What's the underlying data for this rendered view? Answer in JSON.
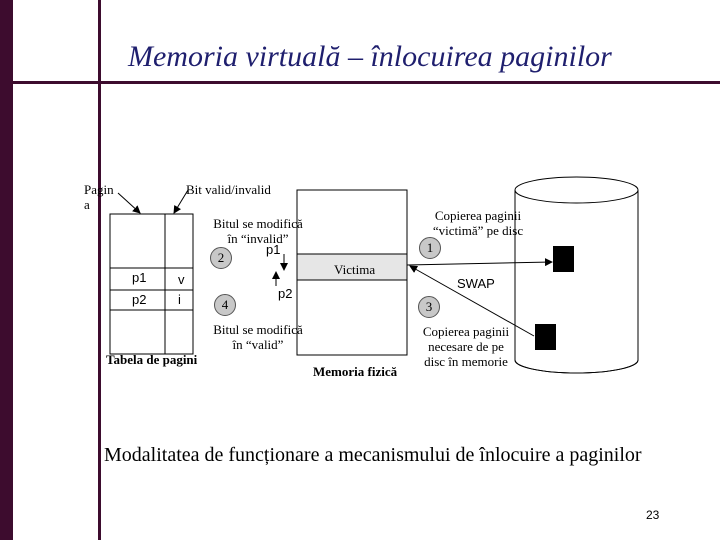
{
  "title": "Memoria virtuală – înlocuirea paginilor",
  "labels": {
    "pagina": "Pagin\na",
    "bit_valid": "Bit valid/invalid",
    "bit_invalid_note": "Bitul se modifică\nîn “invalid”",
    "bit_valid_note": "Bitul se modifică\nîn “valid”",
    "page_table": "Tabela de pagini",
    "physical_memory": "Memoria fizică",
    "victim": "Victima",
    "swap": "SWAP",
    "copy_victim": "Copierea paginii\n“victimă” pe disc",
    "copy_needed": "Copierea paginii\nnecesare de pe\ndisc în memorie"
  },
  "table_rows": [
    {
      "page": "p1",
      "bit": "v"
    },
    {
      "page": "p2",
      "bit": "i"
    }
  ],
  "arrow_labels": {
    "p1": "p1",
    "p2": "p2"
  },
  "steps": [
    "1",
    "2",
    "3",
    "4"
  ],
  "caption": "Modalitatea de funcționare a mecanismului de înlocuire a paginilor",
  "page_number": "23"
}
